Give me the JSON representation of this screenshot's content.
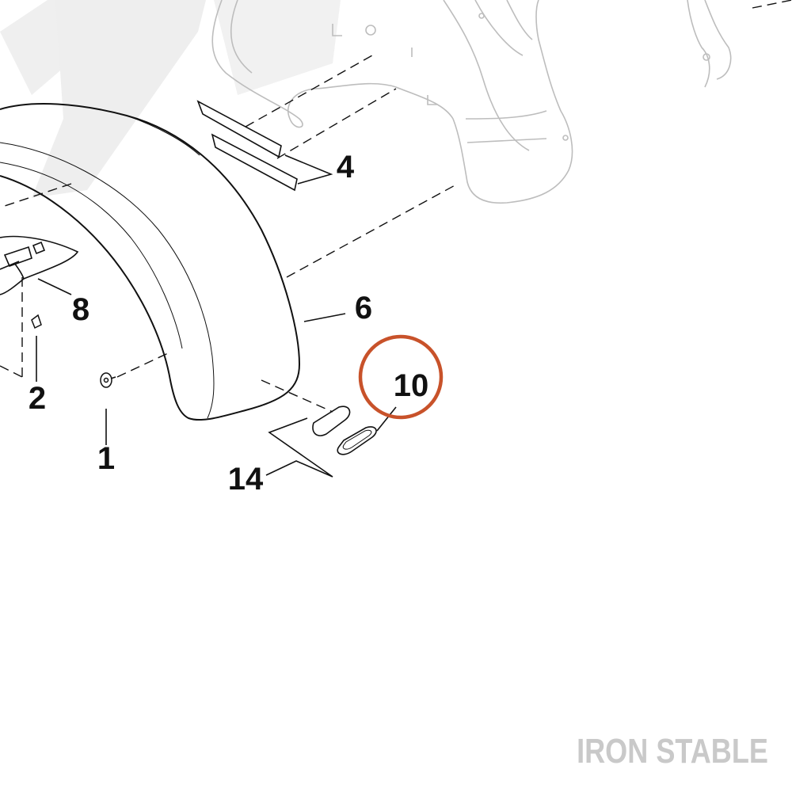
{
  "callouts": [
    {
      "id": "1",
      "label": "1"
    },
    {
      "id": "2",
      "label": "2"
    },
    {
      "id": "4",
      "label": "4"
    },
    {
      "id": "6",
      "label": "6"
    },
    {
      "id": "8",
      "label": "8"
    },
    {
      "id": "10",
      "label": "10"
    },
    {
      "id": "14",
      "label": "14"
    }
  ],
  "highlight": {
    "part": "10",
    "color": "#c8522a"
  },
  "watermark": {
    "text": "IRON STABLE",
    "color": "#c9c9c9"
  },
  "colors": {
    "line": "#111111",
    "ghost": "#bdbdbd",
    "watermark_bg": "#efefef"
  }
}
